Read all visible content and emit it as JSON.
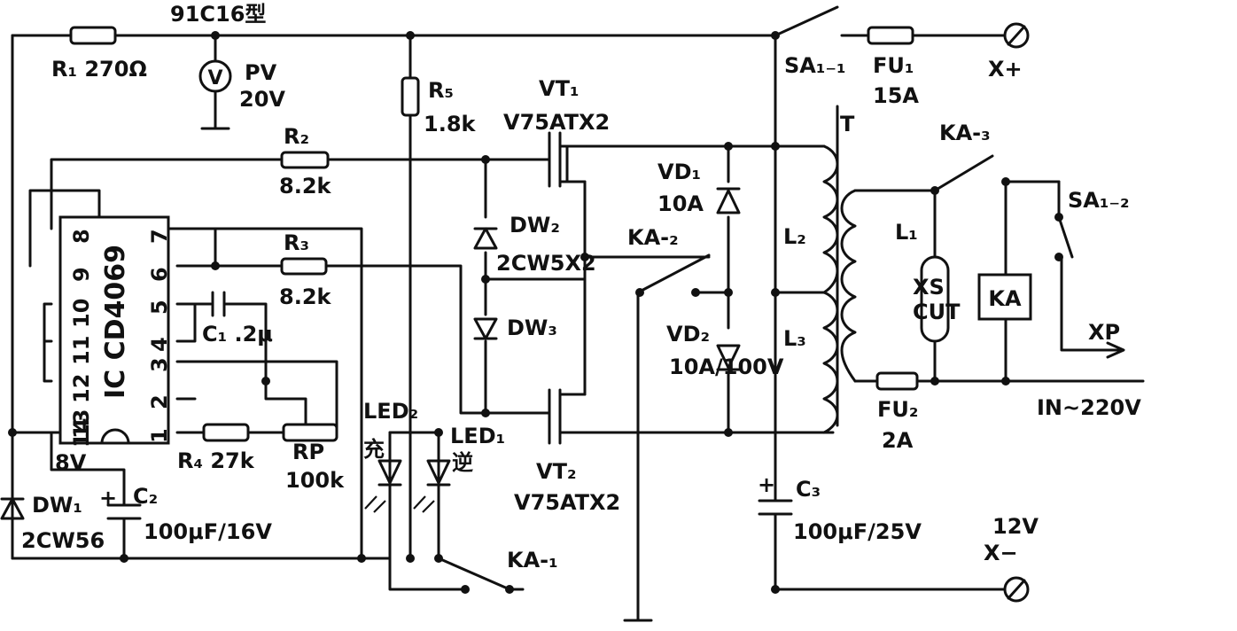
{
  "title": "91C16型",
  "labels": {
    "r1": "R₁ 270Ω",
    "pv": "PV",
    "pv_v": "20V",
    "pv_sym": "V",
    "r5": "R₅",
    "r5_v": "1.8k",
    "vt1": "VT₁",
    "vt1_v": "V75ATX2",
    "sa11": "SA₁₋₁",
    "fu1": "FU₁",
    "fu1_v": "15A",
    "xplus": "X+",
    "t": "T",
    "ka3": "KA-₃",
    "r2": "R₂",
    "r2_v": "8.2k",
    "vd1": "VD₁",
    "vd1_v": "10A",
    "l1": "L₁",
    "sa12": "SA₁₋₂",
    "l2": "L₂",
    "dw2": "DW₂",
    "dw_part": "2CW5X2",
    "ka2": "KA-₂",
    "r3": "R₃",
    "r3_v": "8.2k",
    "xs": "XS",
    "xs_sub": "CUT",
    "ka": "KA",
    "c1": "C₁ .2μ",
    "ic": "IC CD4069",
    "dw3": "DW₃",
    "vd2": "VD₂",
    "vd2_v": "10A/100V",
    "l3": "L₃",
    "xp": "XP",
    "fu2": "FU₂",
    "fu2_v": "2A",
    "in": "IN~220V",
    "led_charge": "LED₂",
    "led_charge_cn": "充",
    "led_inv": "LED₁",
    "led_inv_cn": "逆",
    "r4": "R₄ 27k",
    "rp": "RP",
    "rp_v": "100k",
    "vt2": "VT₂",
    "vt2_v": "V75ATX2",
    "c3": "C₃",
    "c3_v": "100μF/25V",
    "v12": "12V",
    "xminus": "X−",
    "dw1": "DW₁",
    "dw1_v": "2CW56",
    "c2": "C₂",
    "c2_v": "100μF/16V",
    "bv": "8V",
    "ka1": "KA-₁",
    "plus": "+"
  },
  "ic_pins": {
    "p1": "1",
    "p2": "2",
    "p3": "3",
    "p4": "4",
    "p5": "5",
    "p6": "6",
    "p7": "7",
    "p8": "8",
    "p9": "9",
    "p10": "10",
    "p11": "11",
    "p12": "12",
    "p13": "13",
    "p14": "14"
  }
}
